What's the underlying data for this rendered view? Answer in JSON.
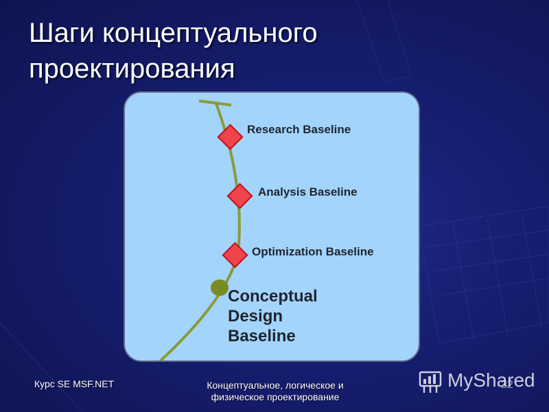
{
  "slide": {
    "title_line1": "Шаги концептуального",
    "title_line2": "проектирования"
  },
  "diagram": {
    "milestones": [
      {
        "label": "Research Baseline"
      },
      {
        "label": "Analysis Baseline"
      },
      {
        "label": "Optimization Baseline"
      }
    ],
    "final_milestone": {
      "line1": "Conceptual",
      "line2": "Design",
      "line3": "Baseline"
    },
    "colors": {
      "panel_fill": "#a3d4fb",
      "path": "#8a9a3a",
      "diamond_fill": "#f0444c",
      "diamond_stroke": "#c0101a",
      "final_circle": "#7c8a22"
    }
  },
  "footer": {
    "course": "Курс SE MSF.NET",
    "topic_line1": "Концептуальное, логическое и",
    "topic_line2": "физическое проектирование",
    "watermark": "MyShared",
    "page_number": "22"
  }
}
